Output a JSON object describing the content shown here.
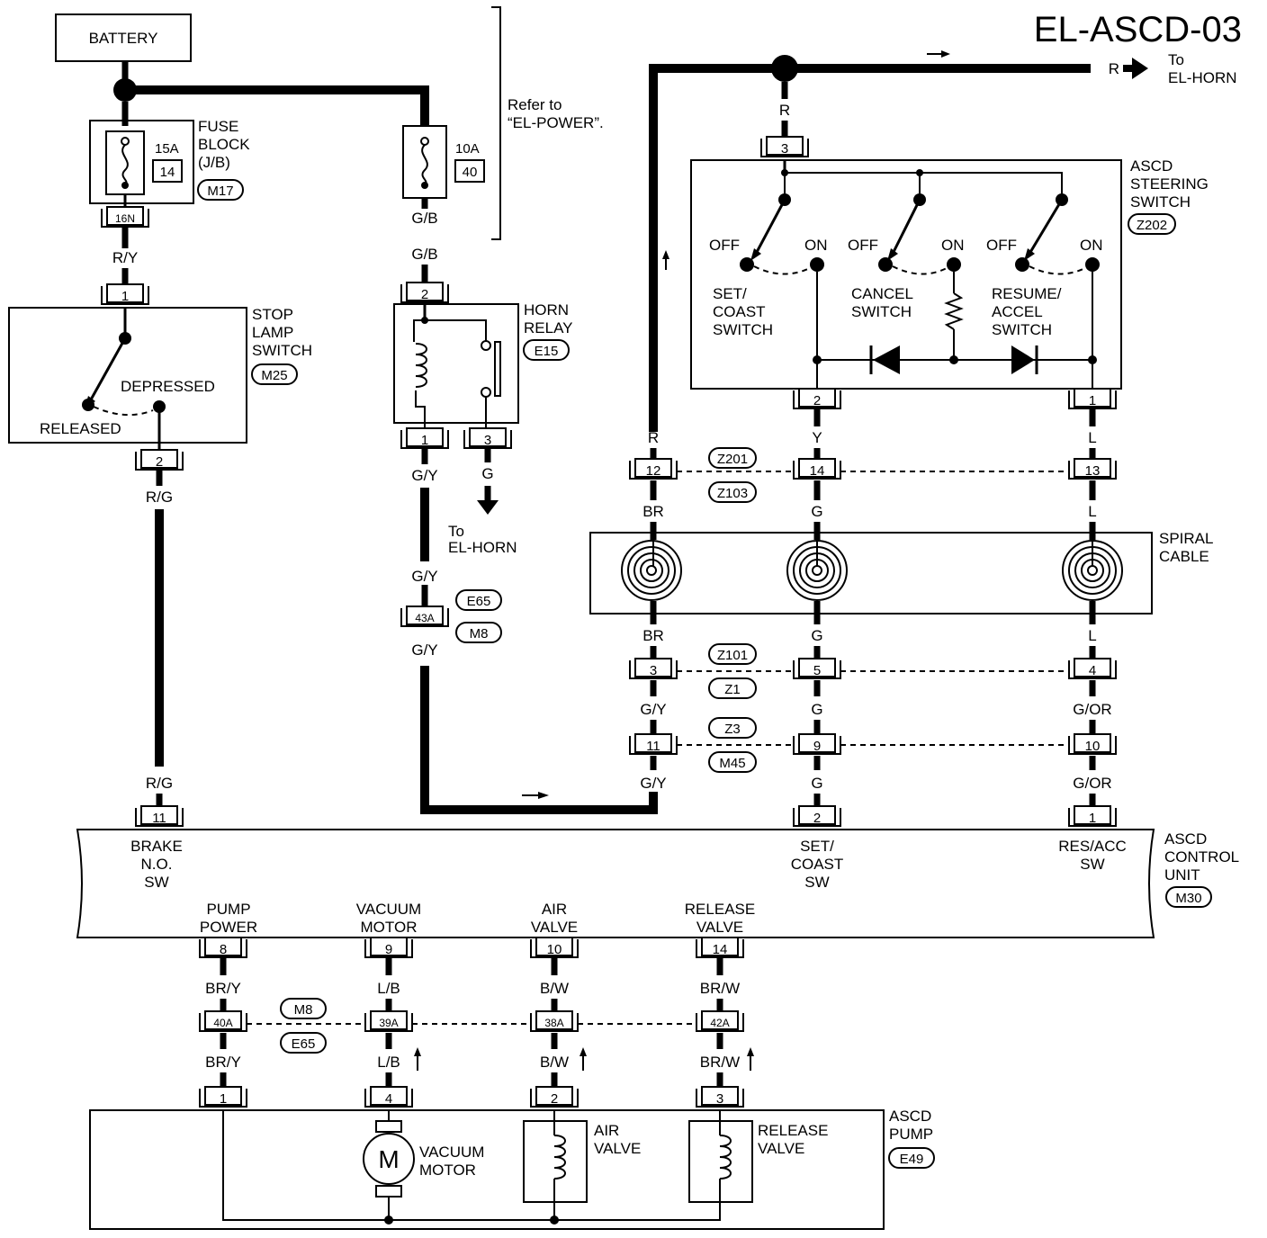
{
  "page_title": "EL-ASCD-03",
  "battery": "BATTERY",
  "refer_note": [
    "Refer to",
    "“EL-POWER”."
  ],
  "to_el_horn": [
    "To",
    "EL-HORN"
  ],
  "fuse_block": {
    "label": [
      "FUSE",
      "BLOCK",
      "(J/B)"
    ],
    "code": "M17",
    "fuse1_rating": "15A",
    "fuse1_num": "14",
    "fuse2_rating": "10A",
    "fuse2_num": "40",
    "connector": "16N"
  },
  "stop_lamp_switch": {
    "label": [
      "STOP",
      "LAMP",
      "SWITCH"
    ],
    "code": "M25",
    "depressed": "DEPRESSED",
    "released": "RELEASED",
    "pin_in": "1",
    "pin_out": "2"
  },
  "horn_relay": {
    "label": [
      "HORN",
      "RELAY"
    ],
    "code": "E15",
    "pin_in": "2",
    "pin_coil": "1",
    "pin_out": "3"
  },
  "steering_switch": {
    "label": [
      "ASCD",
      "STEERING",
      "SWITCH"
    ],
    "code": "Z202",
    "off": "OFF",
    "on": "ON",
    "sw1": [
      "SET/",
      "COAST",
      "SWITCH"
    ],
    "sw2": [
      "CANCEL",
      "SWITCH"
    ],
    "sw3": [
      "RESUME/",
      "ACCEL",
      "SWITCH"
    ],
    "pin_top": "3",
    "pin_a": "2",
    "pin_b": "1"
  },
  "spiral_cable": {
    "label": [
      "SPIRAL",
      "CABLE"
    ]
  },
  "connector_codes": {
    "z201": "Z201",
    "z103": "Z103",
    "z101": "Z101",
    "z1": "Z1",
    "z3": "Z3",
    "m45": "M45",
    "e65": "E65",
    "m8": "M8"
  },
  "wires": {
    "r": "R",
    "r_y": "R/Y",
    "r_g": "R/G",
    "g_b": "G/B",
    "g_y": "G/Y",
    "g": "G",
    "y": "Y",
    "l": "L",
    "br": "BR",
    "g_or": "G/OR",
    "br_y": "BR/Y",
    "l_b": "L/B",
    "b_w": "B/W",
    "br_w": "BR/W"
  },
  "pins": {
    "p12": "12",
    "p14": "14",
    "p13": "13",
    "p3": "3",
    "p5": "5",
    "p4": "4",
    "p11": "11",
    "p9": "9",
    "p10": "10",
    "p43a": "43A",
    "p2": "2",
    "p1": "1",
    "p8": "8",
    "p40a": "40A",
    "p39a": "39A",
    "p38a": "38A",
    "p42a": "42A"
  },
  "control_unit": {
    "label": [
      "ASCD",
      "CONTROL",
      "UNIT"
    ],
    "code": "M30",
    "brake": [
      "BRAKE",
      "N.O.",
      "SW"
    ],
    "set_coast": [
      "SET/",
      "COAST",
      "SW"
    ],
    "res_acc": [
      "RES/ACC",
      "SW"
    ],
    "pump_power": [
      "PUMP",
      "POWER"
    ],
    "vacuum_motor": [
      "VACUUM",
      "MOTOR"
    ],
    "air_valve": [
      "AIR",
      "VALVE"
    ],
    "release_valve": [
      "RELEASE",
      "VALVE"
    ]
  },
  "ascd_pump": {
    "label": [
      "ASCD",
      "PUMP"
    ],
    "code": "E49",
    "motor_symbol": "M",
    "vacuum_motor": [
      "VACUUM",
      "MOTOR"
    ],
    "air_valve": [
      "AIR",
      "VALVE"
    ],
    "release_valve": [
      "RELEASE",
      "VALVE"
    ]
  }
}
